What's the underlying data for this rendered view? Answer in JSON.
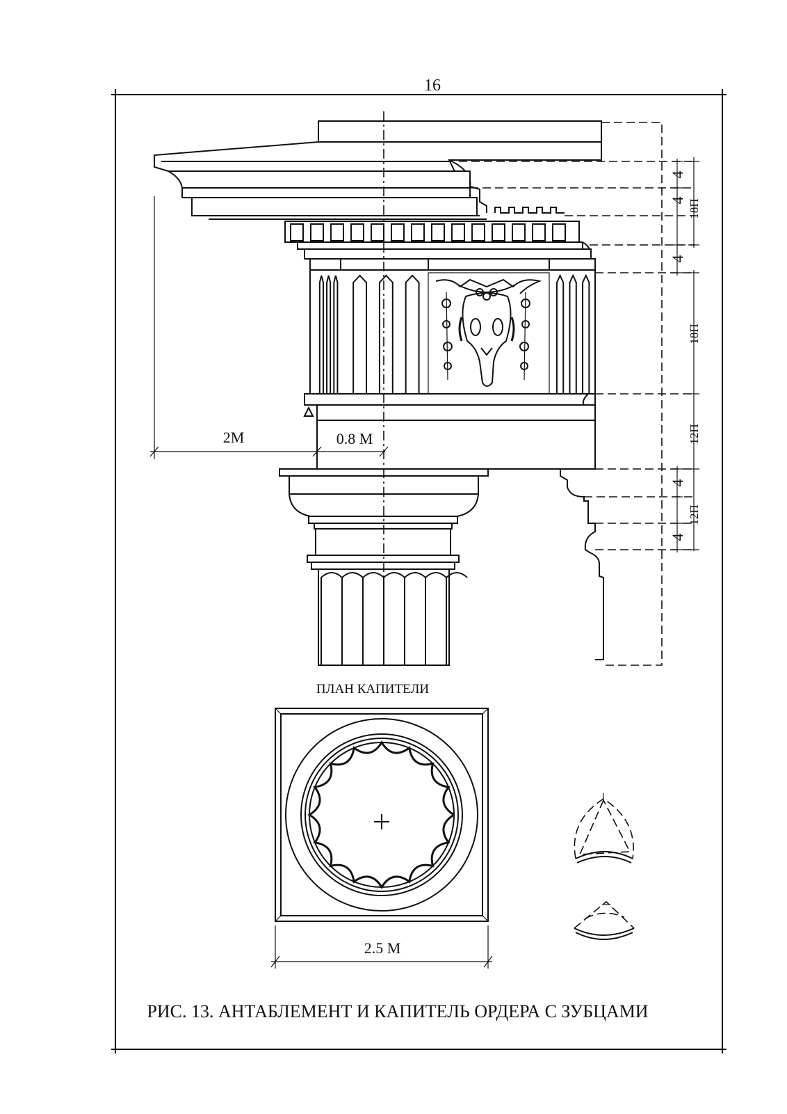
{
  "page_number": "16",
  "labels": {
    "dim_2m": "2M",
    "dim_08m": "0.8 M",
    "dim_25m": "2.5 M",
    "plan_title": "ПЛАН КАПИТЕЛИ"
  },
  "side_dimensions": [
    "4",
    "4",
    "18П",
    "4",
    "18П",
    "12П",
    "4",
    "12П",
    "4"
  ],
  "caption": "РИС. 13. АНТАБЛЕМЕНТ И КАПИТЕЛЬ ОРДЕРА С ЗУБЦАМИ"
}
